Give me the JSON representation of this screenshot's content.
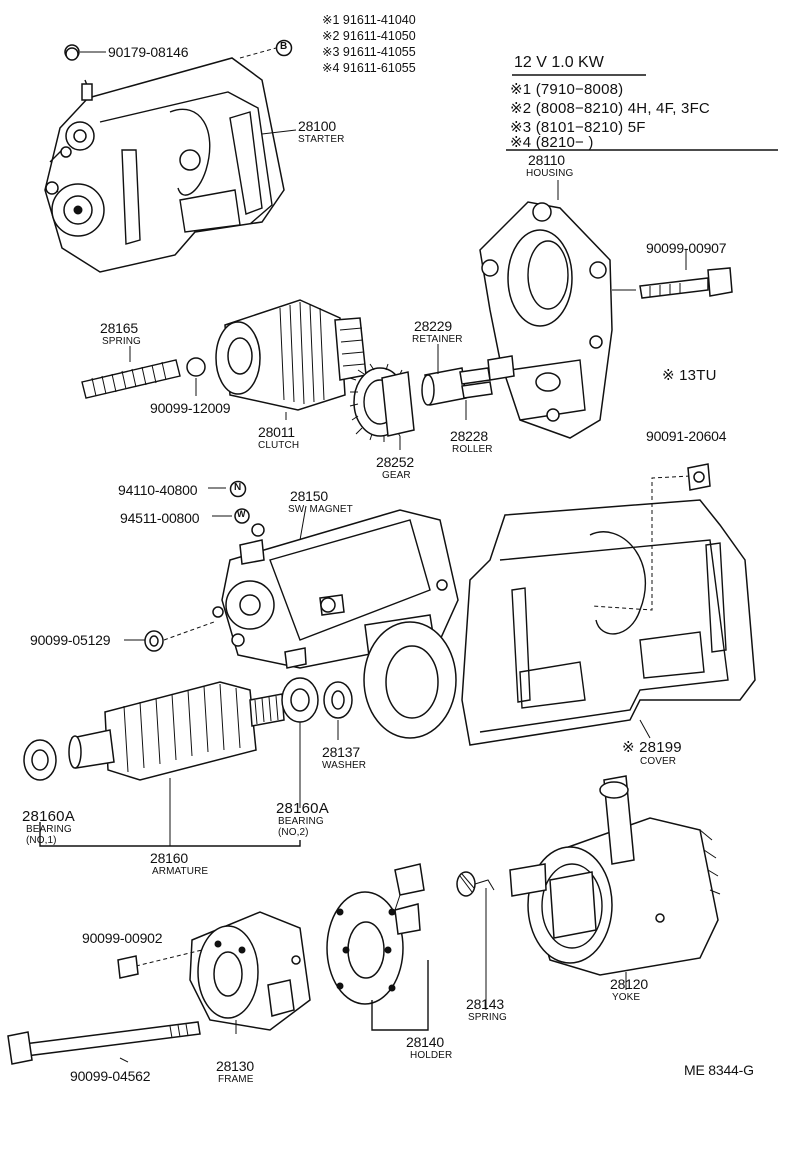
{
  "spec_header": {
    "title": "12 V 1.0 KW",
    "notes": [
      {
        "mark": "※1",
        "text": "(7910−8008)"
      },
      {
        "mark": "※2",
        "text": "(8008−8210) 4H, 4F, 3FC"
      },
      {
        "mark": "※3",
        "text": "(8101−8210) 5F"
      },
      {
        "mark": "※4",
        "text": "(8210−        )"
      }
    ]
  },
  "variant_list": [
    {
      "mark": "※1",
      "number": "91611-41040"
    },
    {
      "mark": "※2",
      "number": "91611-41050"
    },
    {
      "mark": "※3",
      "number": "91611-41055"
    },
    {
      "mark": "※4",
      "number": "91611-61055"
    }
  ],
  "callouts": {
    "c90179": {
      "number": "90179-08146",
      "name": ""
    },
    "c28100": {
      "number": "28100",
      "name": "STARTER"
    },
    "c28110": {
      "number": "28110",
      "name": "HOUSING"
    },
    "c90099_00907": {
      "number": "90099-00907",
      "name": ""
    },
    "c28165": {
      "number": "28165",
      "name": "SPRING"
    },
    "c90099_12009": {
      "number": "90099-12009",
      "name": ""
    },
    "c28011": {
      "number": "28011",
      "name": "CLUTCH"
    },
    "c28229": {
      "number": "28229",
      "name": "RETAINER"
    },
    "c28228": {
      "number": "28228",
      "name": "ROLLER"
    },
    "c28252": {
      "number": "28252",
      "name": "GEAR"
    },
    "c13tu": {
      "number": "※ 13TU",
      "name": ""
    },
    "c90091": {
      "number": "90091-20604",
      "name": ""
    },
    "c94110": {
      "number": "94110-40800",
      "name": ""
    },
    "c94511": {
      "number": "94511-00800",
      "name": ""
    },
    "c28150": {
      "number": "28150",
      "name": "SW. MAGNET"
    },
    "c90099_05129": {
      "number": "90099-05129",
      "name": ""
    },
    "c28137": {
      "number": "28137",
      "name": "WASHER"
    },
    "c28199": {
      "number": "※ 28199",
      "name": "COVER"
    },
    "c28160a1": {
      "number": "28160A",
      "name": "BEARING",
      "sub": "(NO,1)"
    },
    "c28160a2": {
      "number": "28160A",
      "name": "BEARING",
      "sub": "(NO,2)"
    },
    "c28160": {
      "number": "28160",
      "name": "ARMATURE"
    },
    "c28120": {
      "number": "28120",
      "name": "YOKE"
    },
    "c90099_00902": {
      "number": "90099-00902",
      "name": ""
    },
    "c28143": {
      "number": "28143",
      "name": "SPRING"
    },
    "c28140": {
      "number": "28140",
      "name": "HOLDER"
    },
    "c28130": {
      "number": "28130",
      "name": "FRAME"
    },
    "c90099_04562": {
      "number": "90099-04562",
      "name": ""
    }
  },
  "circle_marks": {
    "b": "B",
    "n": "N",
    "w": "W"
  },
  "footer": {
    "code": "ME  8344-G"
  }
}
